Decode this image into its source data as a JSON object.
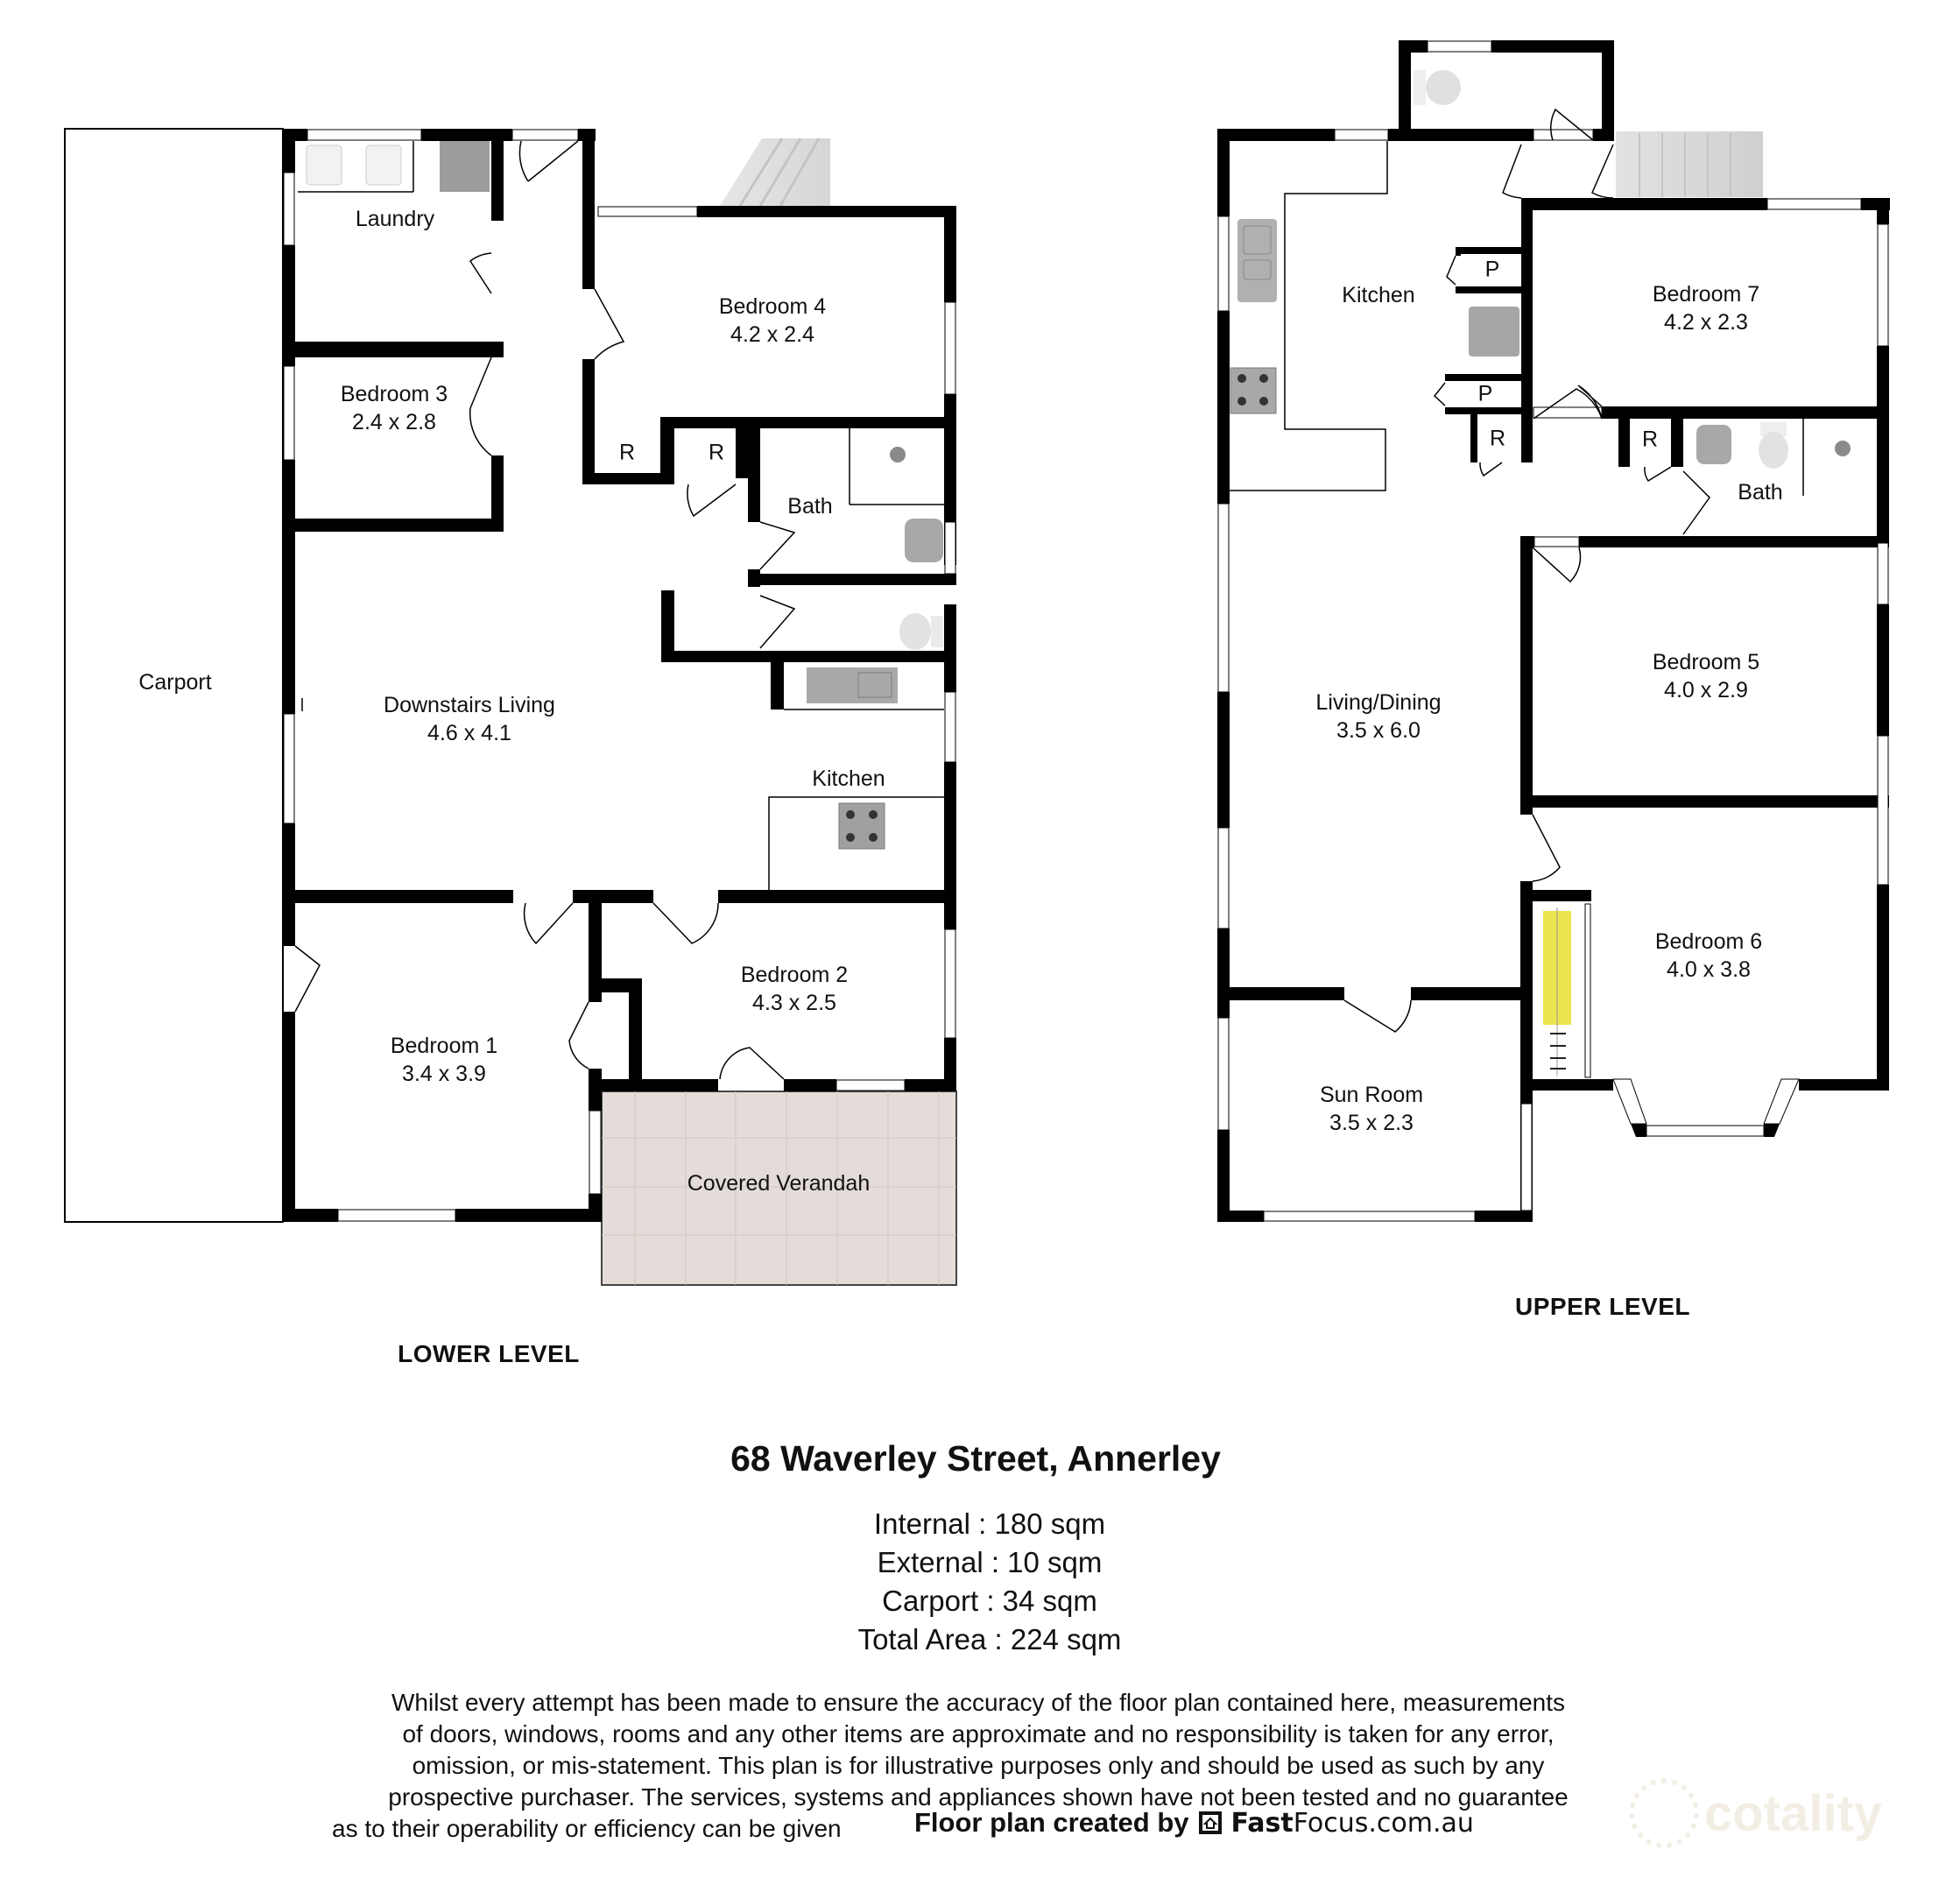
{
  "property": {
    "address": "68 Waverley Street, Annerley",
    "areas": [
      {
        "label": "Internal",
        "value": "180 sqm",
        "text": "Internal : 180 sqm"
      },
      {
        "label": "External",
        "value": "10 sqm",
        "text": "External : 10 sqm"
      },
      {
        "label": "Carport",
        "value": "34 sqm",
        "text": "Carport : 34 sqm"
      },
      {
        "label": "Total Area",
        "value": "224 sqm",
        "text": "Total Area : 224 sqm"
      }
    ]
  },
  "lower_level": {
    "title": "LOWER LEVEL",
    "rooms": [
      {
        "name": "Carport",
        "dims": ""
      },
      {
        "name": "Laundry",
        "dims": ""
      },
      {
        "name": "Bedroom 3",
        "dims": "2.4 x 2.8"
      },
      {
        "name": "Bedroom 4",
        "dims": "4.2 x 2.4"
      },
      {
        "name": "Bath",
        "dims": ""
      },
      {
        "name": "Downstairs Living",
        "dims": "4.6 x 4.1"
      },
      {
        "name": "Kitchen",
        "dims": ""
      },
      {
        "name": "Bedroom 1",
        "dims": "3.4 x 3.9"
      },
      {
        "name": "Bedroom 2",
        "dims": "4.3 x 2.5"
      },
      {
        "name": "Covered Verandah",
        "dims": ""
      }
    ],
    "closets": [
      "R",
      "R"
    ]
  },
  "upper_level": {
    "title": "UPPER LEVEL",
    "rooms": [
      {
        "name": "Kitchen",
        "dims": ""
      },
      {
        "name": "Bedroom 7",
        "dims": "4.2 x 2.3"
      },
      {
        "name": "Bath",
        "dims": ""
      },
      {
        "name": "Bedroom 5",
        "dims": "4.0 x 2.9"
      },
      {
        "name": "Living/Dining",
        "dims": "3.5 x 6.0"
      },
      {
        "name": "Bedroom 6",
        "dims": "4.0 x 3.8"
      },
      {
        "name": "Sun Room",
        "dims": "3.5 x 2.3"
      }
    ],
    "closets": [
      "P",
      "P",
      "R",
      "R"
    ]
  },
  "disclaimer": {
    "lines": [
      "Whilst every attempt has been made to ensure the accuracy of the floor plan contained here, measurements",
      "of doors, windows, rooms and any other items are approximate and no responsibility is taken for any error,",
      "omission, or mis-statement. This plan is for illustrative purposes only and should be used as such by any",
      "prospective purchaser. The services, systems and appliances shown have not been tested and no guarantee",
      "as to their operability or efficiency can be given"
    ]
  },
  "credit": {
    "prefix": "Floor plan created by",
    "brand_bold": "Fast",
    "brand_light": "Focus",
    "brand_suffix": ".com.au",
    "logo_icon": "house-in-frame-icon"
  },
  "watermark": {
    "text": "cotality",
    "icon": "dotted-circle-icon",
    "color": "#f3eee4"
  },
  "colors": {
    "wall": "#000000",
    "verandah_floor": "#e4dcd8",
    "fixture_grey": "#a8a8a8",
    "stair_grey": "#d9d9d9",
    "wardrobe_yellow": "#e8e030"
  }
}
